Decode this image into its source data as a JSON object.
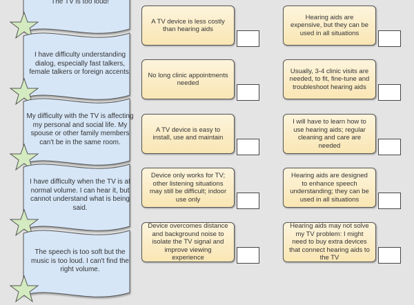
{
  "problems": [
    "arguments with family members. The TV is too loud!",
    "I have difficulty understanding dialog, especially fast talkers, female talkers or foreign accents.",
    "My difficulty with the TV is affecting my personal and social life.  My spouse or other family members can't be in the same room.",
    "I have difficulty when the TV is at normal volume.  I can hear it, but cannot understand what is being said.",
    "The speech is too soft but the music is too loud.  I can't find the right volume."
  ],
  "tv_device": [
    "A TV device is less costly than hearing aids",
    "No long clinic appointments needed",
    "A TV device is easy to install, use and maintain",
    "Device only works for TV; other listening situations may still be difficult; indoor use only",
    "Device overcomes distance and background noise to isolate the TV signal and improve viewing experience"
  ],
  "hearing_aids": [
    "Hearing aids are expensive, but they can be used in all situations",
    "Usually, 3-4 clinic visits are needed, to fit, fine-tune and troubleshoot hearing aids",
    "I will have to learn how to use hearing aids; regular cleaning and care are needed",
    "Hearing aids are designed to enhance speech understanding; they can be used in all situations",
    "Hearing aids may not solve my TV problem: I might need to buy extra devices that connect hearing aids to the TV"
  ],
  "colors": {
    "banner": "#d6e6f7",
    "star": "#d4eac0",
    "card": "#fbecc4"
  }
}
